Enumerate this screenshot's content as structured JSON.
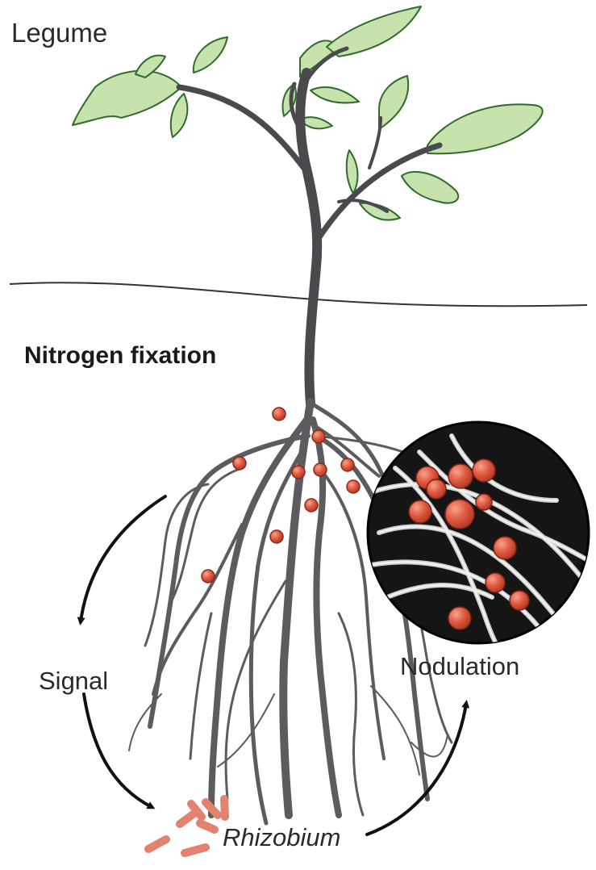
{
  "labels": {
    "legume": "Legume",
    "nitrogen_fixation": "Nitrogen fixation",
    "signal": "Signal",
    "nodulation": "Nodulation",
    "rhizobium": "Rhizobium"
  },
  "colors": {
    "stem": "#4a4a4e",
    "root": "#5b5b60",
    "leaf_fill": "#c6e2ad",
    "leaf_edge": "#2f6b2a",
    "nodule": "#e0573f",
    "nodule_edge": "#8c2a1a",
    "bacteria": "#e2826f",
    "inset_bg": "#151515",
    "inset_root": "#e8e8e8",
    "arrow": "#111111"
  }
}
